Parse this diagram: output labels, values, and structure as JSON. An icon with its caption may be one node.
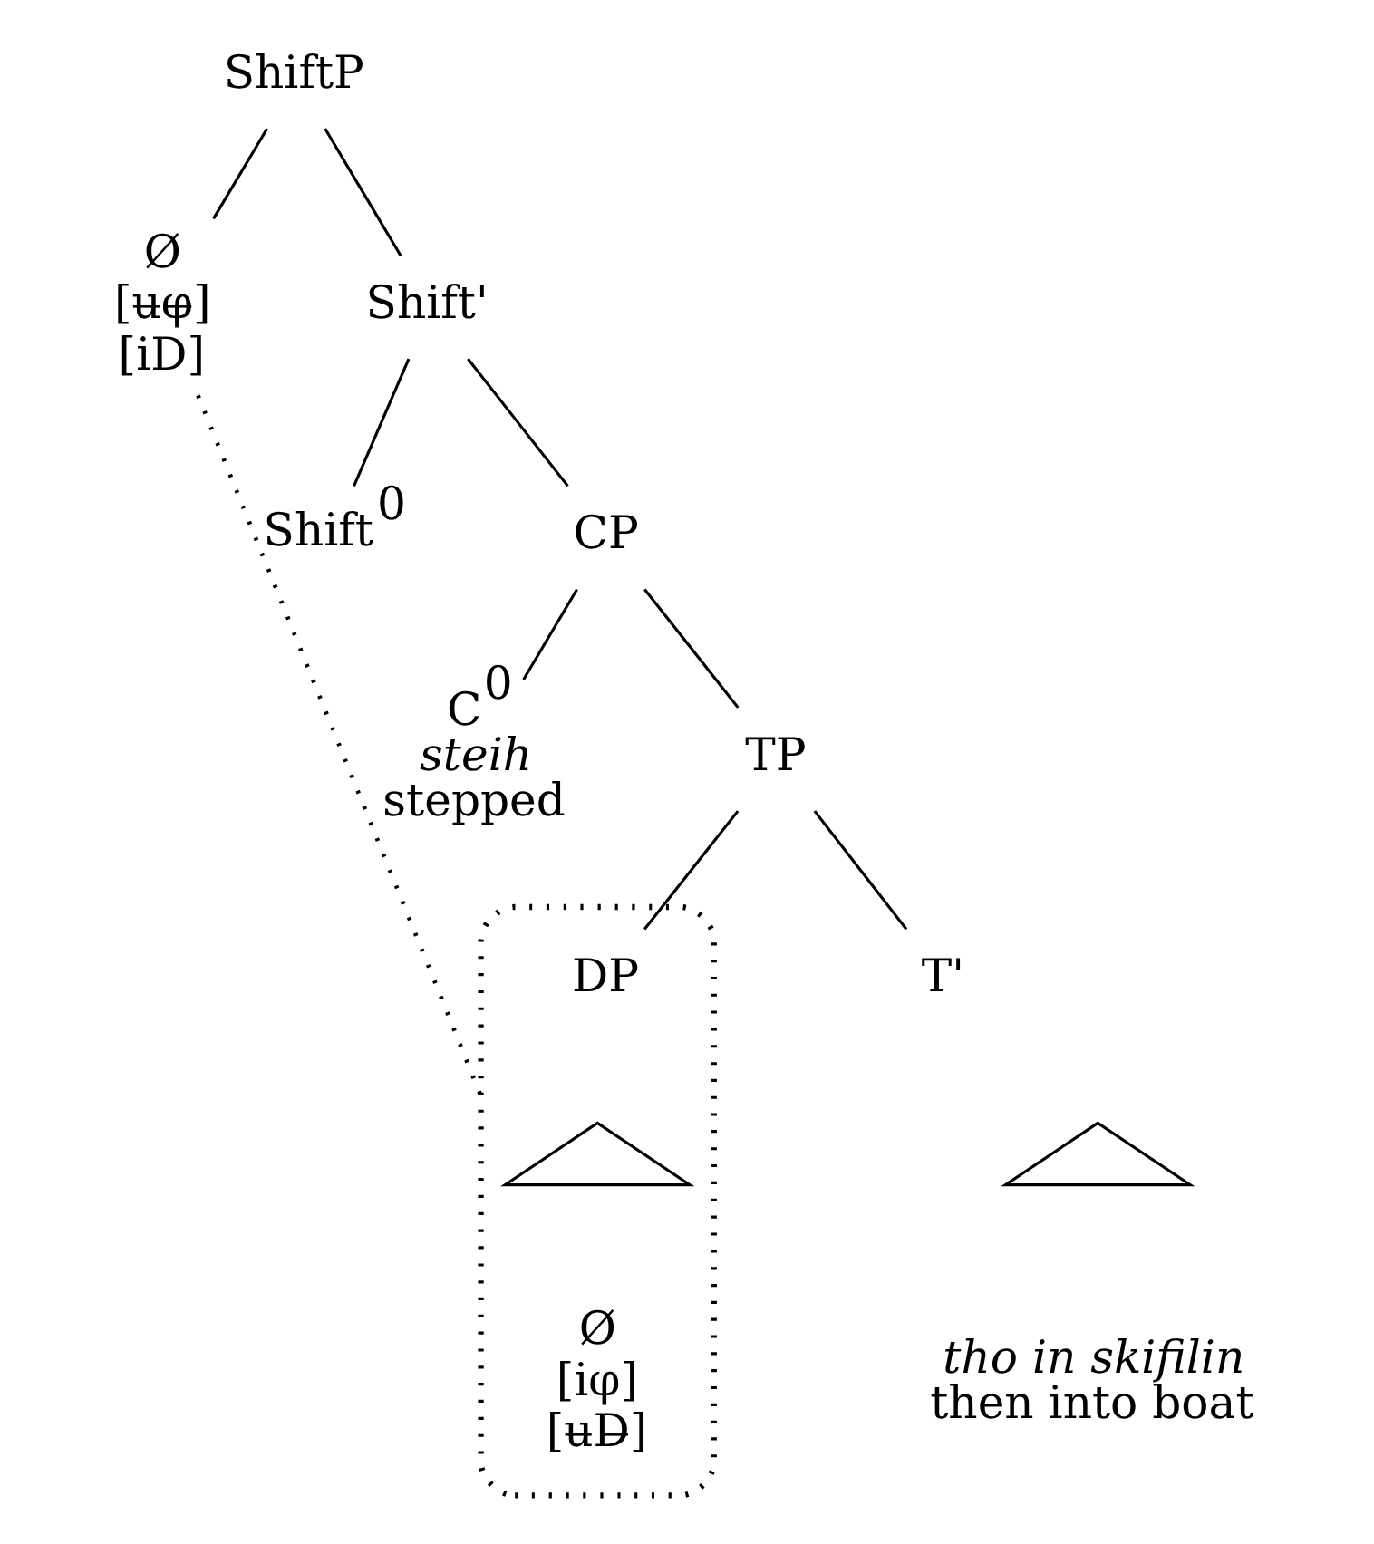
{
  "diagram": {
    "nodes": [
      {
        "text": [
          "ShiftP"
        ]
      },
      {
        "text": [
          "Ø",
          "[u̶φ̶]",
          "[iD]"
        ]
      },
      {
        "text": [
          "Shift'"
        ]
      },
      {
        "text": [
          "Shift$^{0}$"
        ]
      },
      {
        "text": [
          "CP"
        ]
      },
      {
        "text": [
          "C$^{0}$",
          "steih",
          "stepped"
        ]
      },
      {
        "text": [
          "TP"
        ]
      },
      {
        "text": [],
        "shape": "ellipse"
      },
      {
        "text": [
          "DP"
        ],
        "in": 7
      },
      {
        "text": [],
        "shape": "triangle",
        "in": 7
      },
      {
        "text": [
          "Ø",
          "[iφ]",
          "[u̶D̶]"
        ],
        "in": 7
      },
      {
        "text": [
          "T'"
        ]
      },
      {
        "text": [],
        "shape": "triangle",
        "beside": [
          "tho in skifilin",
          "then into boat"
        ]
      }
    ],
    "edges": [
      {
        "from": 0,
        "to": 1,
        "arrow": "none"
      },
      {
        "from": 0,
        "to": 2,
        "arrow": "none"
      },
      {
        "from": 2,
        "to": 3,
        "arrow": "none"
      },
      {
        "from": 2,
        "to": 4,
        "arrow": "none"
      },
      {
        "from": 4,
        "to": 5,
        "arrow": "none"
      },
      {
        "from": 4,
        "to": 6,
        "arrow": "none"
      },
      {
        "from": 6,
        "to": 8,
        "arrow": "none"
      },
      {
        "from": 6,
        "to": 11,
        "arrow": "none"
      },
      {
        "from": 1,
        "to": 7,
        "arrow": "none",
        "style": "dashed"
      }
    ]
  }
}
